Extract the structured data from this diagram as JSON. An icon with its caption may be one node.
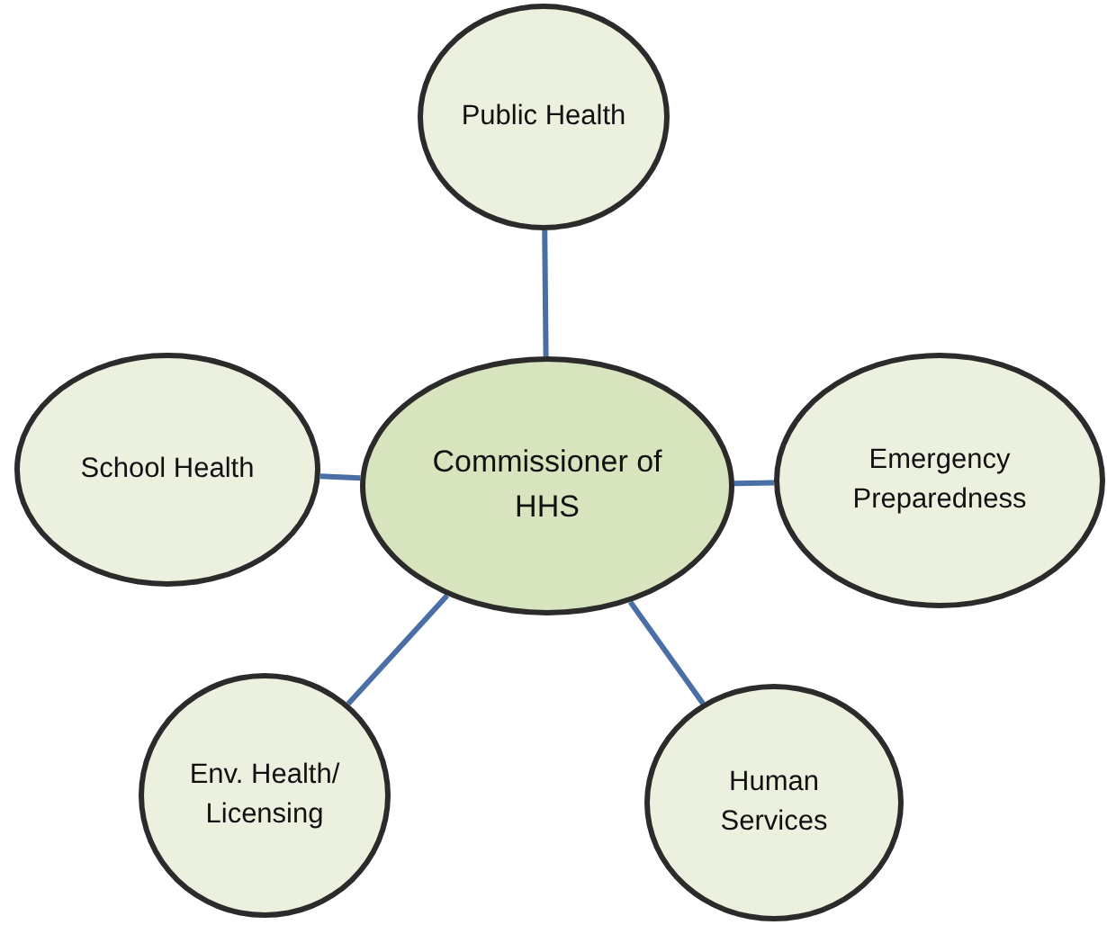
{
  "diagram": {
    "nodes": [
      {
        "text": [
          "Public Health"
        ]
      },
      {
        "text": [
          "School Health"
        ]
      },
      {
        "text": [
          "Commissioner of HHS"
        ]
      },
      {
        "text": [
          "Emergency Preparedness"
        ]
      },
      {
        "text": [
          "Env. Health/ Licensing"
        ]
      },
      {
        "text": [
          "Human Services"
        ]
      }
    ],
    "edges": [
      {
        "from": 2,
        "to": 0,
        "arrow": "none"
      },
      {
        "from": 2,
        "to": 1,
        "arrow": "none"
      },
      {
        "from": 2,
        "to": 3,
        "arrow": "none"
      },
      {
        "from": 2,
        "to": 4,
        "arrow": "none"
      },
      {
        "from": 2,
        "to": 5,
        "arrow": "none"
      }
    ]
  }
}
